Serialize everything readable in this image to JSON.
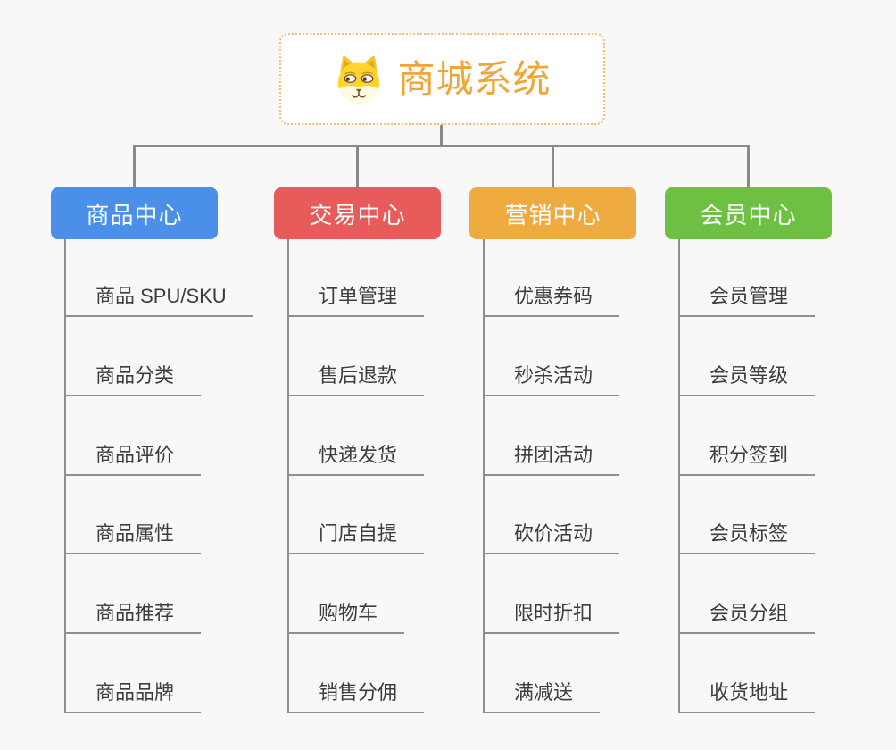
{
  "root": {
    "label": "商城系统",
    "icon": "shiba-dog-icon",
    "text_color": "#f0a636",
    "border_color": "#f3be68"
  },
  "branches": [
    {
      "label": "商品中心",
      "color": "#4b90e8",
      "items": [
        "商品 SPU/SKU",
        "商品分类",
        "商品评价",
        "商品属性",
        "商品推荐",
        "商品品牌"
      ]
    },
    {
      "label": "交易中心",
      "color": "#e75b5b",
      "items": [
        "订单管理",
        "售后退款",
        "快递发货",
        "门店自提",
        "购物车",
        "销售分佣"
      ]
    },
    {
      "label": "营销中心",
      "color": "#edab40",
      "items": [
        "优惠券码",
        "秒杀活动",
        "拼团活动",
        "砍价活动",
        "限时折扣",
        "满减送"
      ]
    },
    {
      "label": "会员中心",
      "color": "#6ec043",
      "items": [
        "会员管理",
        "会员等级",
        "积分签到",
        "会员标签",
        "会员分组",
        "收货地址"
      ]
    }
  ],
  "colors": {
    "background": "#f8f8f8",
    "connector_gray": "#8a8a8a",
    "subtopic_text": "#3d3d3d"
  }
}
